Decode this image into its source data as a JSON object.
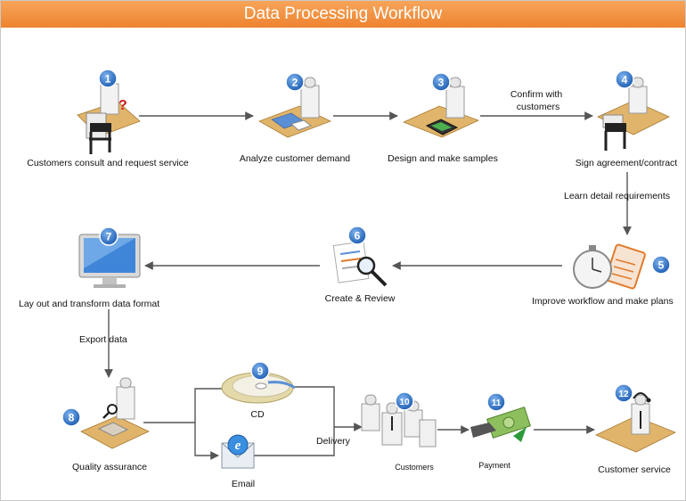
{
  "title": "Data Processing Workflow",
  "steps": [
    {
      "num": "1",
      "label": "Customers consult and request service"
    },
    {
      "num": "2",
      "label": "Analyze customer demand"
    },
    {
      "num": "3",
      "label": "Design and make samples"
    },
    {
      "num": "4",
      "label": "Sign agreement/contract"
    },
    {
      "num": "5",
      "label": "Improve workflow and make plans"
    },
    {
      "num": "6",
      "label": "Create & Review"
    },
    {
      "num": "7",
      "label": "Lay out and transform data  format"
    },
    {
      "num": "8",
      "label": "Quality assurance"
    },
    {
      "num": "9",
      "label": "CD"
    },
    {
      "num": "10",
      "label": "Customers"
    },
    {
      "num": "11",
      "label": "Payment"
    },
    {
      "num": "12",
      "label": "Customer service"
    }
  ],
  "email_label": "Email",
  "connector_labels": {
    "confirm_line1": "Confirm with",
    "confirm_line2": "customers",
    "learn": "Learn detail requirements",
    "export": "Export data",
    "delivery": "Delivery"
  },
  "colors": {
    "title_bar": "#f08a3a",
    "badge": "#2f6fc4",
    "desk": "#e0b46a",
    "arrow": "#555555"
  }
}
